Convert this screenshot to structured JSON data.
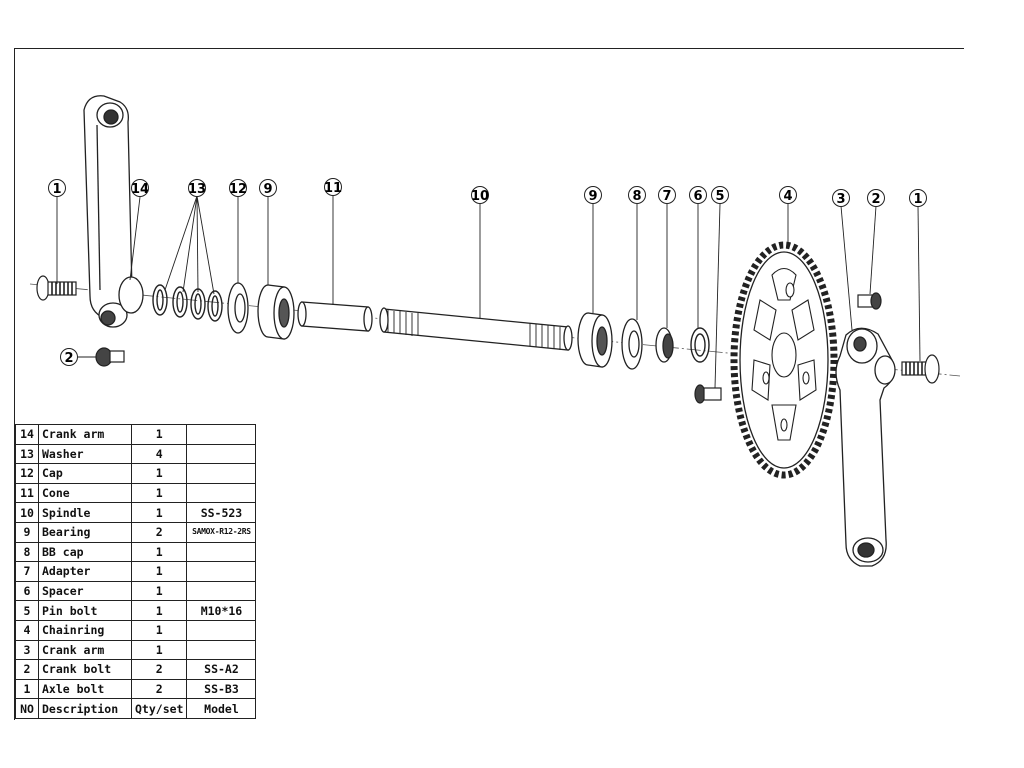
{
  "callouts": [
    "1",
    "14",
    "13",
    "12",
    "9",
    "11",
    "10",
    "9",
    "8",
    "7",
    "6",
    "5",
    "4",
    "3",
    "2",
    "1",
    "2"
  ],
  "parts_table": {
    "rows": [
      {
        "no": "14",
        "description": "Crank arm",
        "qty": "1",
        "model": ""
      },
      {
        "no": "13",
        "description": "Washer",
        "qty": "4",
        "model": ""
      },
      {
        "no": "12",
        "description": "Cap",
        "qty": "1",
        "model": ""
      },
      {
        "no": "11",
        "description": "Cone",
        "qty": "1",
        "model": ""
      },
      {
        "no": "10",
        "description": "Spindle",
        "qty": "1",
        "model": "SS-523"
      },
      {
        "no": "9",
        "description": "Bearing",
        "qty": "2",
        "model": "SAMOX-R12-2RS"
      },
      {
        "no": "8",
        "description": "BB cap",
        "qty": "1",
        "model": ""
      },
      {
        "no": "7",
        "description": "Adapter",
        "qty": "1",
        "model": ""
      },
      {
        "no": "6",
        "description": "Spacer",
        "qty": "1",
        "model": ""
      },
      {
        "no": "5",
        "description": "Pin bolt",
        "qty": "1",
        "model": "M10*16"
      },
      {
        "no": "4",
        "description": "Chainring",
        "qty": "1",
        "model": ""
      },
      {
        "no": "3",
        "description": "Crank arm",
        "qty": "1",
        "model": ""
      },
      {
        "no": "2",
        "description": "Crank bolt",
        "qty": "2",
        "model": "SS-A2"
      },
      {
        "no": "1",
        "description": "Axle bolt",
        "qty": "2",
        "model": "SS-B3"
      }
    ],
    "header": {
      "no": "NO",
      "description": "Description",
      "qty": "Qty/set",
      "model": "Model"
    }
  }
}
